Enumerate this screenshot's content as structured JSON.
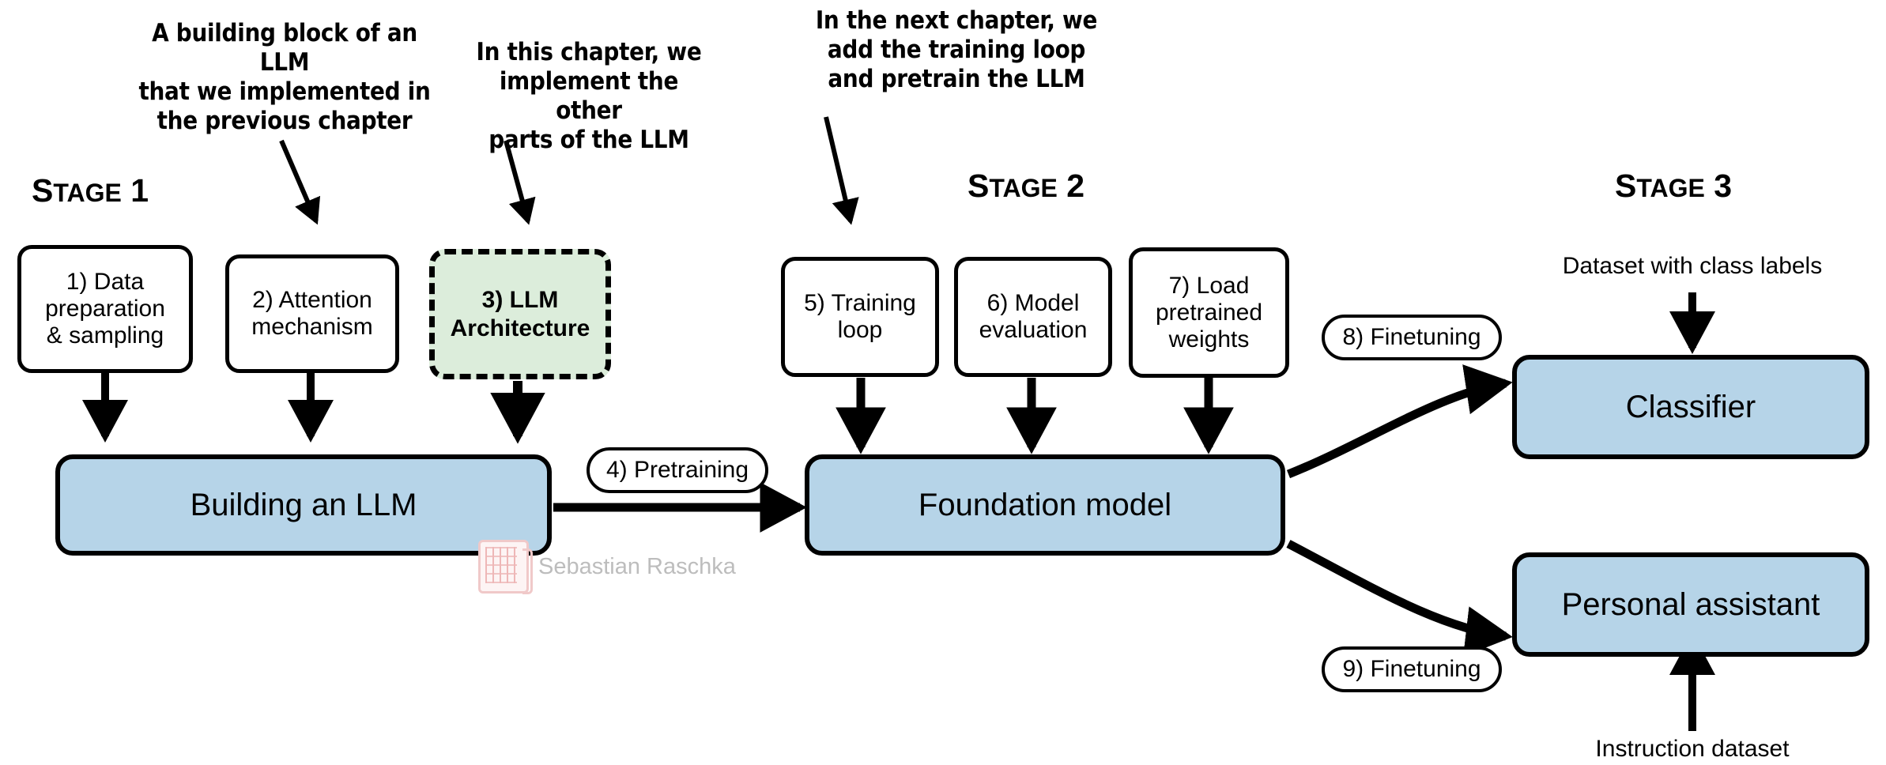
{
  "diagram": {
    "title_watermark": "Sebastian Raschka",
    "colors": {
      "blue_fill": "#b6d4e8",
      "green_fill": "#dceddb",
      "stroke": "#000000",
      "watermark_gray": "#bdbdbd"
    }
  },
  "callouts": [
    {
      "id": "callout-previous-chapter",
      "text": "A building block of an LLM\nthat we implemented in\nthe previous chapter"
    },
    {
      "id": "callout-this-chapter",
      "text": "In this chapter, we\nimplement the other\nparts of the LLM"
    },
    {
      "id": "callout-next-chapter",
      "text": "In the next chapter, we\nadd the training loop\nand pretrain the LLM"
    }
  ],
  "stages": [
    {
      "id": "stage-1",
      "prefix": "S",
      "rest": "TAGE",
      "number": "1",
      "full": "Stage 1"
    },
    {
      "id": "stage-2",
      "prefix": "S",
      "rest": "TAGE",
      "number": "2",
      "full": "Stage 2"
    },
    {
      "id": "stage-3",
      "prefix": "S",
      "rest": "TAGE",
      "number": "3",
      "full": "Stage 3"
    }
  ],
  "steps": {
    "step1": "1) Data\npreparation\n& sampling",
    "step2": "2) Attention\nmechanism",
    "step3": "3) LLM\nArchitecture",
    "step4": "4) Pretraining",
    "step5": "5) Training\nloop",
    "step6": "6) Model\nevaluation",
    "step7": "7) Load\npretrained\nweights",
    "step8": "8) Finetuning",
    "step9": "9) Finetuning"
  },
  "main_nodes": {
    "building_llm": "Building an LLM",
    "foundation_model": "Foundation model",
    "classifier": "Classifier",
    "personal_assistant": "Personal assistant"
  },
  "dataset_labels": {
    "class_labels": "Dataset with class labels",
    "instruction": "Instruction dataset"
  }
}
